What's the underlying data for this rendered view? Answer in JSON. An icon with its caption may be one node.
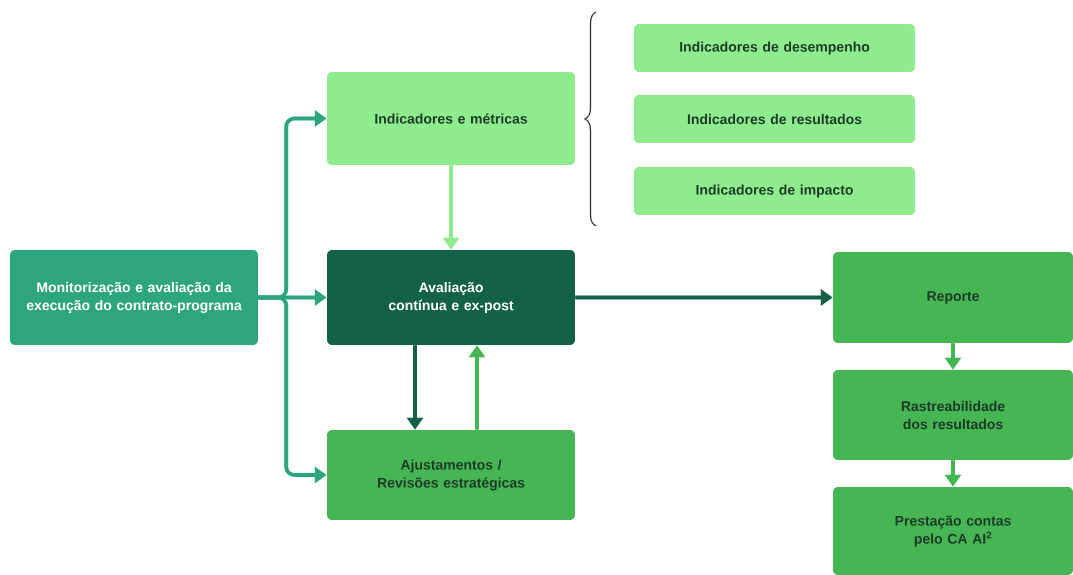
{
  "diagram": {
    "nodes": [
      {
        "text": [
          "Monitorização e avaliação da execução do contrato-programa"
        ]
      },
      {
        "text": [
          "Indicadores e métricas"
        ]
      },
      {
        "text": [
          "Avaliação contínua e ex-post"
        ]
      },
      {
        "text": [
          "Ajustamentos / Revisões estratégicas"
        ]
      },
      {
        "text": [
          "Indicadores de desempenho"
        ]
      },
      {
        "text": [
          "Indicadores de resultados"
        ]
      },
      {
        "text": [
          "Indicadores de impacto"
        ]
      },
      {
        "text": [
          "Reporte"
        ]
      },
      {
        "text": [
          "Rastreabilidade dos resultados"
        ]
      },
      {
        "text": [
          "Prestação contas pelo CA AI$^{2}$"
        ]
      }
    ],
    "edges": [
      {
        "from": 0,
        "to": 1,
        "arrow": "to",
        "color": "#2ea67c"
      },
      {
        "from": 0,
        "to": 2,
        "arrow": "to",
        "color": "#2ea67c"
      },
      {
        "from": 0,
        "to": 3,
        "arrow": "to",
        "color": "#2ea67c"
      },
      {
        "from": 1,
        "to": 2,
        "arrow": "to",
        "color": "#8eec8e"
      },
      {
        "from": 2,
        "to": 3,
        "arrow": "to",
        "color": "#14614a"
      },
      {
        "from": 3,
        "to": 2,
        "arrow": "to",
        "color": "#46b553"
      },
      {
        "from": 2,
        "to": 7,
        "arrow": "to",
        "color": "#14614a"
      },
      {
        "from": 7,
        "to": 8,
        "arrow": "to",
        "color": "#46b553"
      },
      {
        "from": 8,
        "to": 9,
        "arrow": "to",
        "color": "#46b553"
      }
    ]
  }
}
